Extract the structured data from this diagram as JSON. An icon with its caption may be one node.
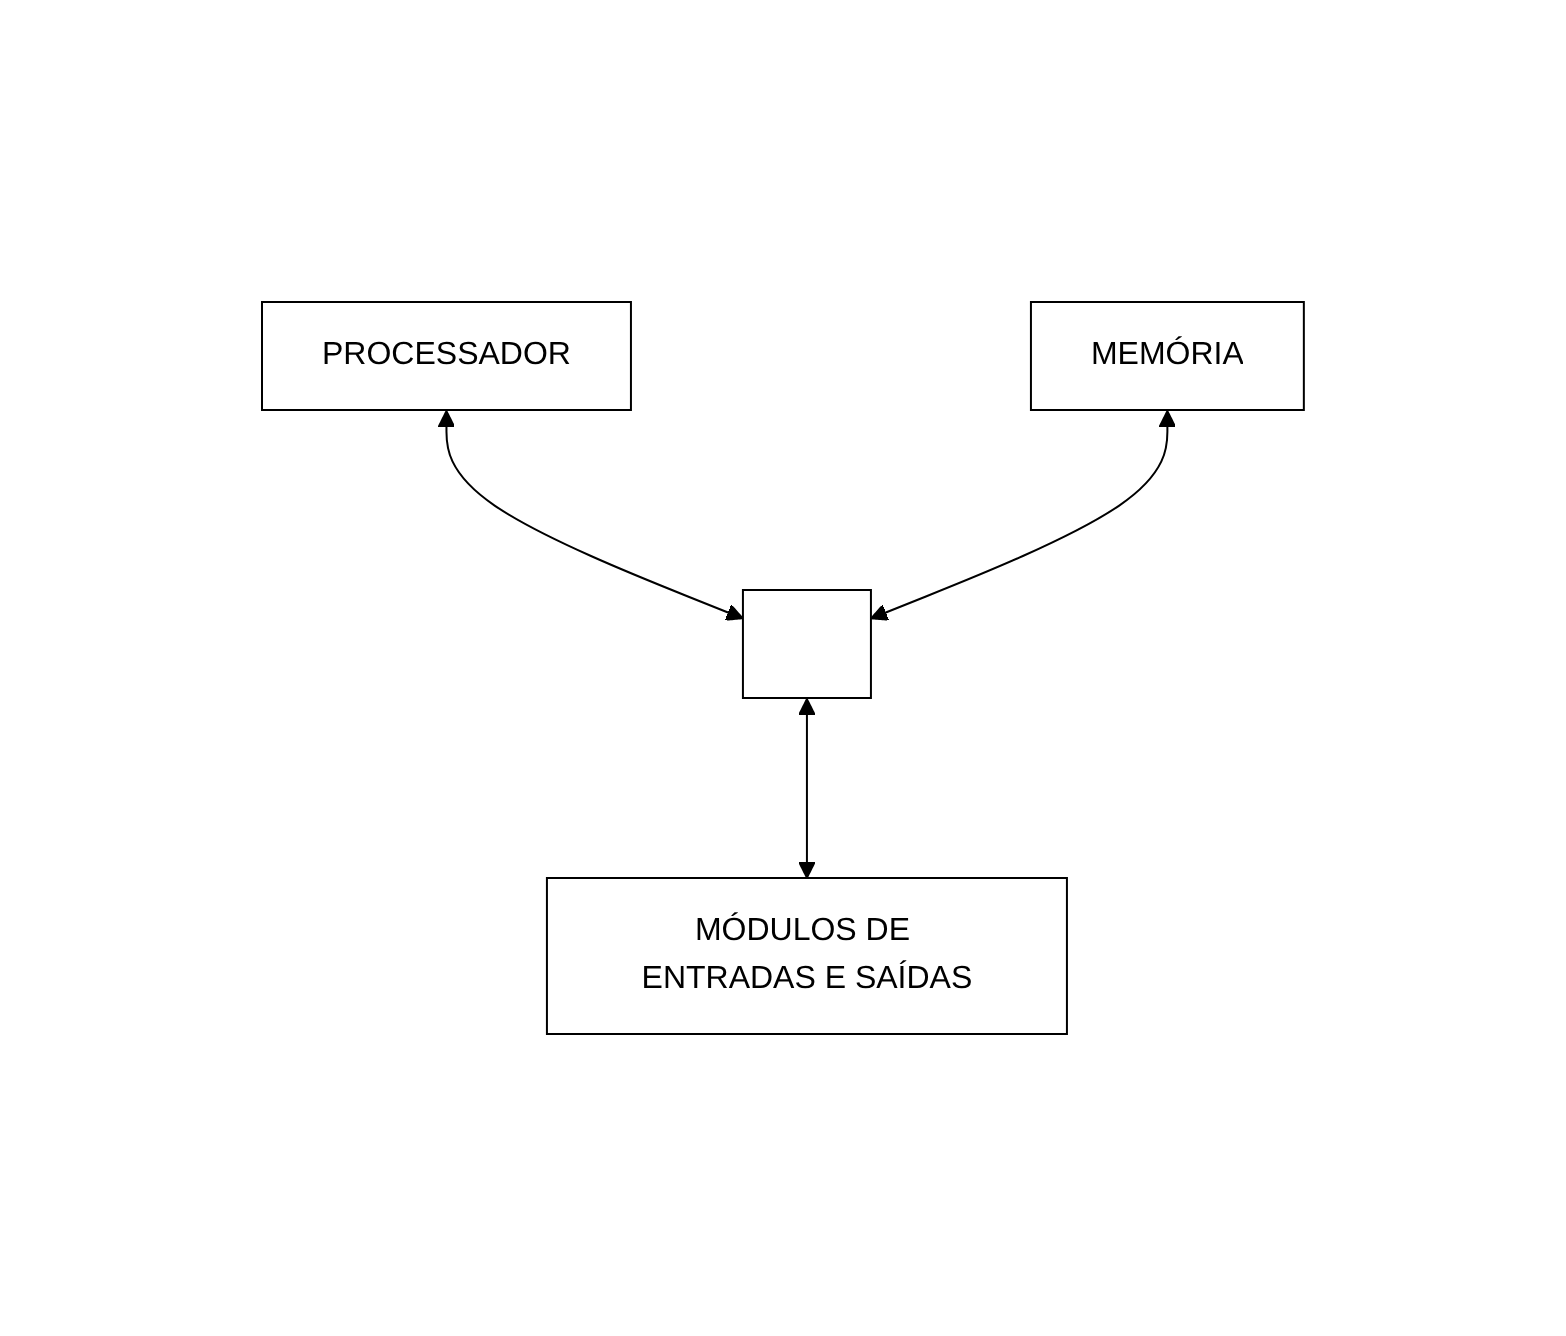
{
  "diagram": {
    "nodes": [
      {
        "text": [
          "PROCESSADOR"
        ]
      },
      {
        "text": [
          "MEMÓRIA"
        ]
      },
      {
        "text": [],
        "shape": "bar"
      },
      {
        "text": [
          "MÓDULOS DE ENTRADAS E SAÍDAS"
        ]
      }
    ],
    "edges": [
      {
        "from": 0,
        "to": 2,
        "arrow": "both"
      },
      {
        "from": 1,
        "to": 2,
        "arrow": "both"
      },
      {
        "from": 2,
        "to": 3,
        "arrow": "both"
      }
    ]
  }
}
